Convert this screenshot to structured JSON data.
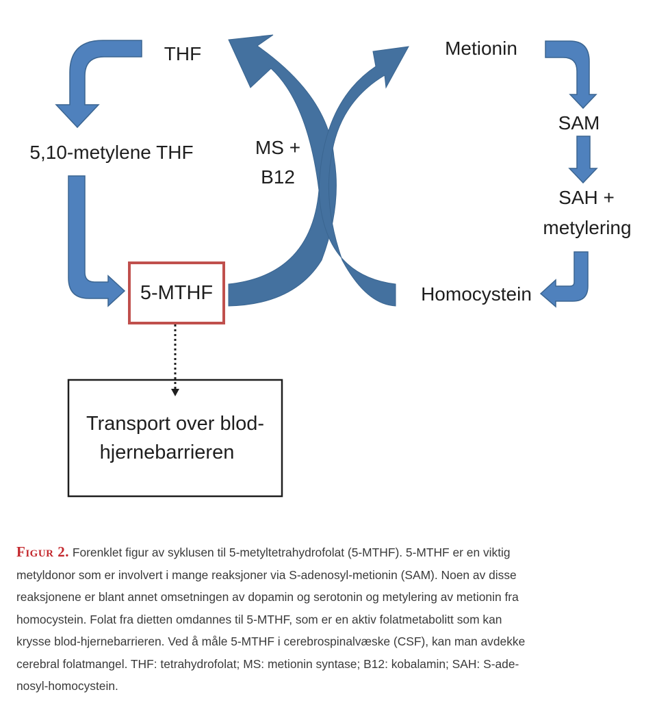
{
  "diagram": {
    "nodes": {
      "thf": "THF",
      "methylene_thf": "5,10-metylene THF",
      "ms_b12_line1": "MS +",
      "ms_b12_line2": "B12",
      "mthf": "5-MTHF",
      "metionin": "Metionin",
      "sam": "SAM",
      "sah_line1": "SAH +",
      "sah_line2": "metylering",
      "homocystein": "Homocystein",
      "transport_line1": "Transport over blod-",
      "transport_line2": "hjernebarrieren"
    },
    "colors": {
      "arrow_fill": "#4f81bd",
      "arrow_stroke": "#3b6591",
      "cross_arrow_fill": "#44719f",
      "mthf_box_border": "#c0504d",
      "transport_box_border": "#1e1e1e",
      "dotted_connector": "#1e1e1e"
    }
  },
  "caption": {
    "label": "Figur 2.",
    "lines": [
      " Forenklet figur av syklusen til 5-metyltetrahydrofolat (5-MTHF). 5-MTHF er en viktig",
      "metyldonor som er involvert i mange reaksjoner via S-adenosyl-metionin (SAM). Noen av disse",
      "reaksjonene er blant annet omsetningen av dopamin og serotonin og metylering av metionin fra",
      "homocystein. Folat fra dietten omdannes til 5-MTHF, som er en aktiv folatmetabolitt som kan",
      "krysse blod-hjernebarrieren. Ved å måle 5-MTHF i cerebrospinalvæske (CSF), kan man avdekke",
      "cerebral folatmangel. THF: tetrahydrofolat; MS: metionin syntase; B12: kobalamin; SAH: S-ade-",
      "nosyl-homocystein."
    ],
    "label_color": "#c3282d"
  }
}
